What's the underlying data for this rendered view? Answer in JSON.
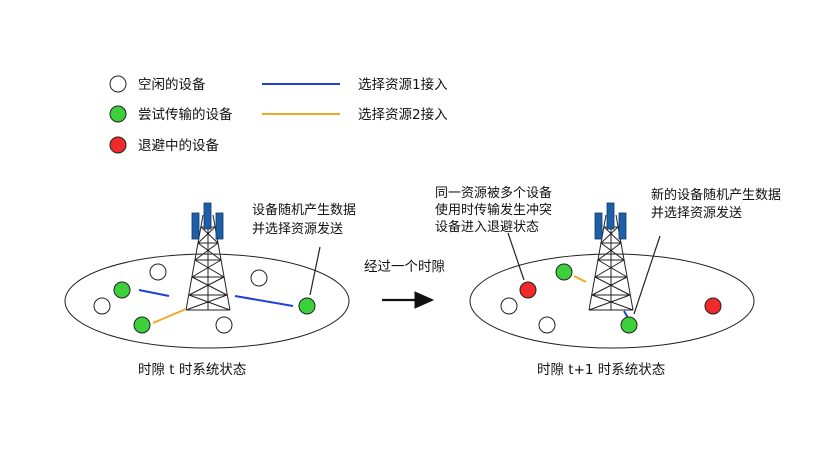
{
  "legend": {
    "idle": "空闲的设备",
    "trying": "尝试传输的设备",
    "backoff": "退避中的设备",
    "resource1": "选择资源1接入",
    "resource2": "选择资源2接入"
  },
  "left_panel": {
    "annotation_line1": "设备随机产生数据",
    "annotation_line2": "并选择资源发送",
    "caption": "时隙 t 时系统状态"
  },
  "transition": {
    "label": "经过一个时隙"
  },
  "right_panel": {
    "collision_line1": "同一资源被多个设备",
    "collision_line2": "使用时传输发生冲突",
    "collision_line3": "设备进入退避状态",
    "new_line1": "新的设备随机产生数据",
    "new_line2": "并选择资源发送",
    "caption": "时隙 t+1 时系统状态"
  },
  "colors": {
    "idle_fill": "#ffffff",
    "trying_fill": "#3cd13c",
    "backoff_fill": "#ee2a2a",
    "resource1_line": "#1f3fd9",
    "resource2_line": "#f5a623",
    "tower_blue": "#1f5fa8"
  }
}
